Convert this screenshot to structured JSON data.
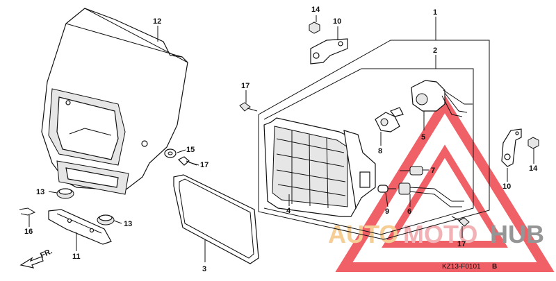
{
  "diagram": {
    "drawing_code": "KZ13-F0101",
    "drawing_code_suffix": "B",
    "direction_label": "FR.",
    "watermark": {
      "word_1": "AUTO",
      "word_2": "MOTO",
      "word_3": "HUB",
      "colors": {
        "auto": "#f5c88a",
        "moto": "#f0a9ad",
        "hub": "#8a8a8a",
        "triangle": "#ef4f57"
      }
    },
    "callouts": {
      "c1": "1",
      "c2": "2",
      "c3": "3",
      "c4": "4",
      "c5": "5",
      "c6": "6",
      "c7": "7",
      "c8": "8",
      "c9": "9",
      "c10a": "10",
      "c10b": "10",
      "c11": "11",
      "c12": "12",
      "c13a": "13",
      "c13b": "13",
      "c14a": "14",
      "c14b": "14",
      "c15": "15",
      "c16": "16",
      "c17a": "17",
      "c17b": "17",
      "c17c": "17"
    }
  }
}
